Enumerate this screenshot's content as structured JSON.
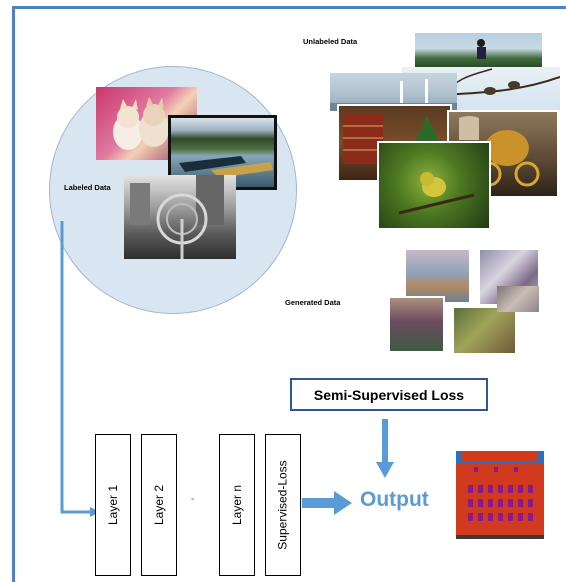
{
  "labels": {
    "unlabeled": "Unlabeled Data",
    "labeled": "Labeled Data",
    "generated": "Generated Data"
  },
  "layers": [
    {
      "label": "Layer 1"
    },
    {
      "label": "Layer 2"
    },
    {
      "label": "Layer n"
    },
    {
      "label": "Supervised-Loss"
    }
  ],
  "ellipsis": "-",
  "loss_box": "Semi-Supervised Loss",
  "output": "Output",
  "colors": {
    "frame": "#4f81bd",
    "arrow": "#5b9bd5",
    "circle_fill": "#d9e6f2",
    "loss_border": "#2f5597",
    "output_text": "#5b9bd5",
    "building": "#d23a1e"
  }
}
